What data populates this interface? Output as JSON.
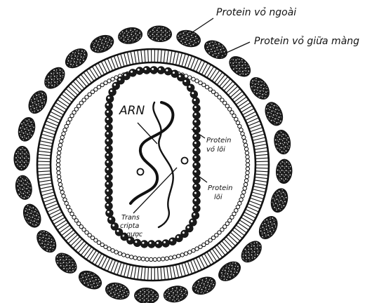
{
  "labels": {
    "outer_protein": "Protein vỏ ngoài",
    "mid_protein": "Protein vỏ giữa màng",
    "rna": "ARN",
    "core_shell_protein": [
      "Protein",
      "vỏ lõi"
    ],
    "core_protein": [
      "Protein",
      "lõi"
    ],
    "reverse_transcriptase": [
      "Trans",
      "cripta",
      "ngược"
    ]
  },
  "colors": {
    "ink": "#111111",
    "paper": "#ffffff"
  }
}
